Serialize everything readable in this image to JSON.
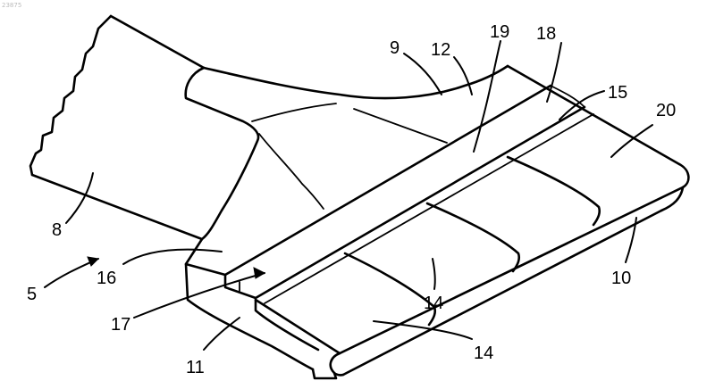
{
  "figure": {
    "corner_text": "23875",
    "labels": [
      "5",
      "8",
      "9",
      "10",
      "11",
      "12",
      "14",
      "14",
      "15",
      "16",
      "17",
      "18",
      "19",
      "20"
    ]
  }
}
